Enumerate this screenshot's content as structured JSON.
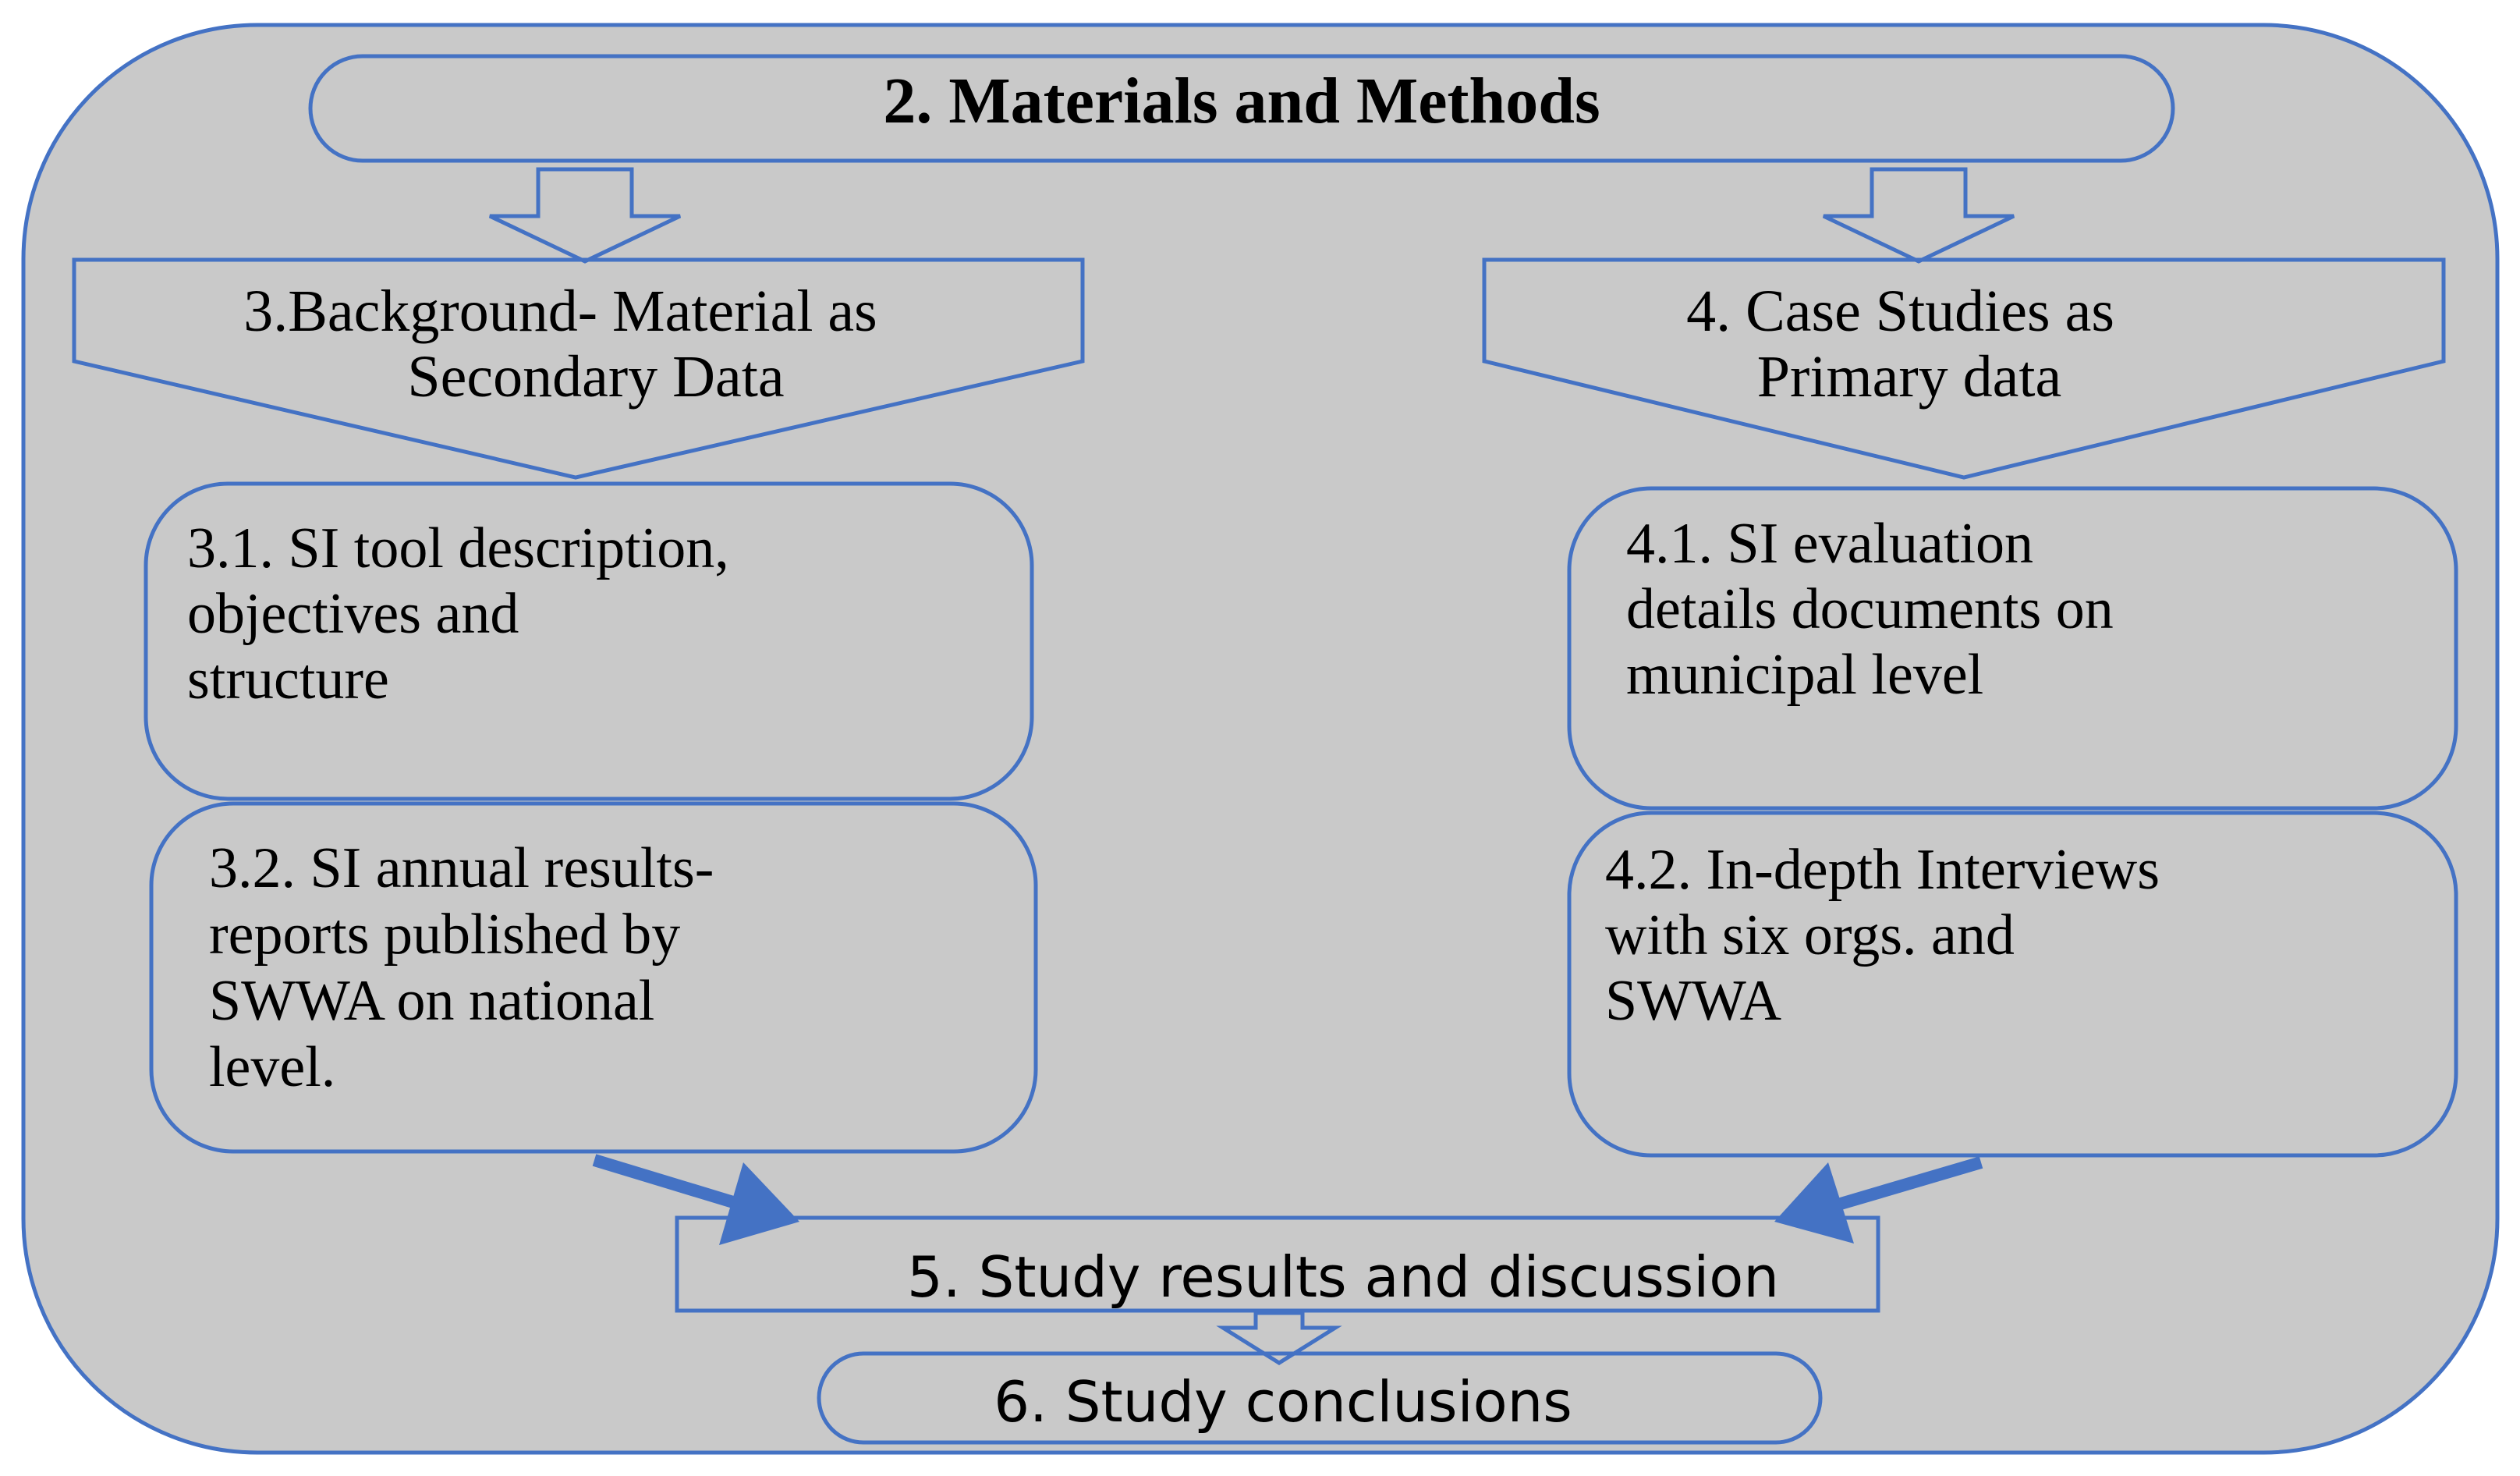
{
  "diagram": {
    "outer_frame": {
      "fill": "#c9c9c9",
      "stroke": "#4472c4"
    },
    "title": "2. Materials and Methods",
    "left_branch": {
      "heading_lines": [
        "3.Background- Material as",
        "Secondary Data"
      ],
      "box_1_lines": [
        "3.1. SI tool description,",
        "objectives and",
        "structure"
      ],
      "box_2_lines": [
        "3.2. SI annual results-",
        "reports published by",
        "SWWA on national",
        "level."
      ]
    },
    "right_branch": {
      "heading_lines": [
        "4. Case Studies as",
        "Primary data"
      ],
      "box_1_lines": [
        "4.1. SI evaluation",
        "details documents on",
        "municipal level"
      ],
      "box_2_lines": [
        "4.2. In-depth Interviews",
        "with six orgs. and",
        "SWWA"
      ]
    },
    "results": "5. Study results and discussion",
    "conclusions": "6. Study conclusions",
    "colors": {
      "line": "#4472c4",
      "background": "#c9c9c9",
      "text": "#000000"
    }
  }
}
